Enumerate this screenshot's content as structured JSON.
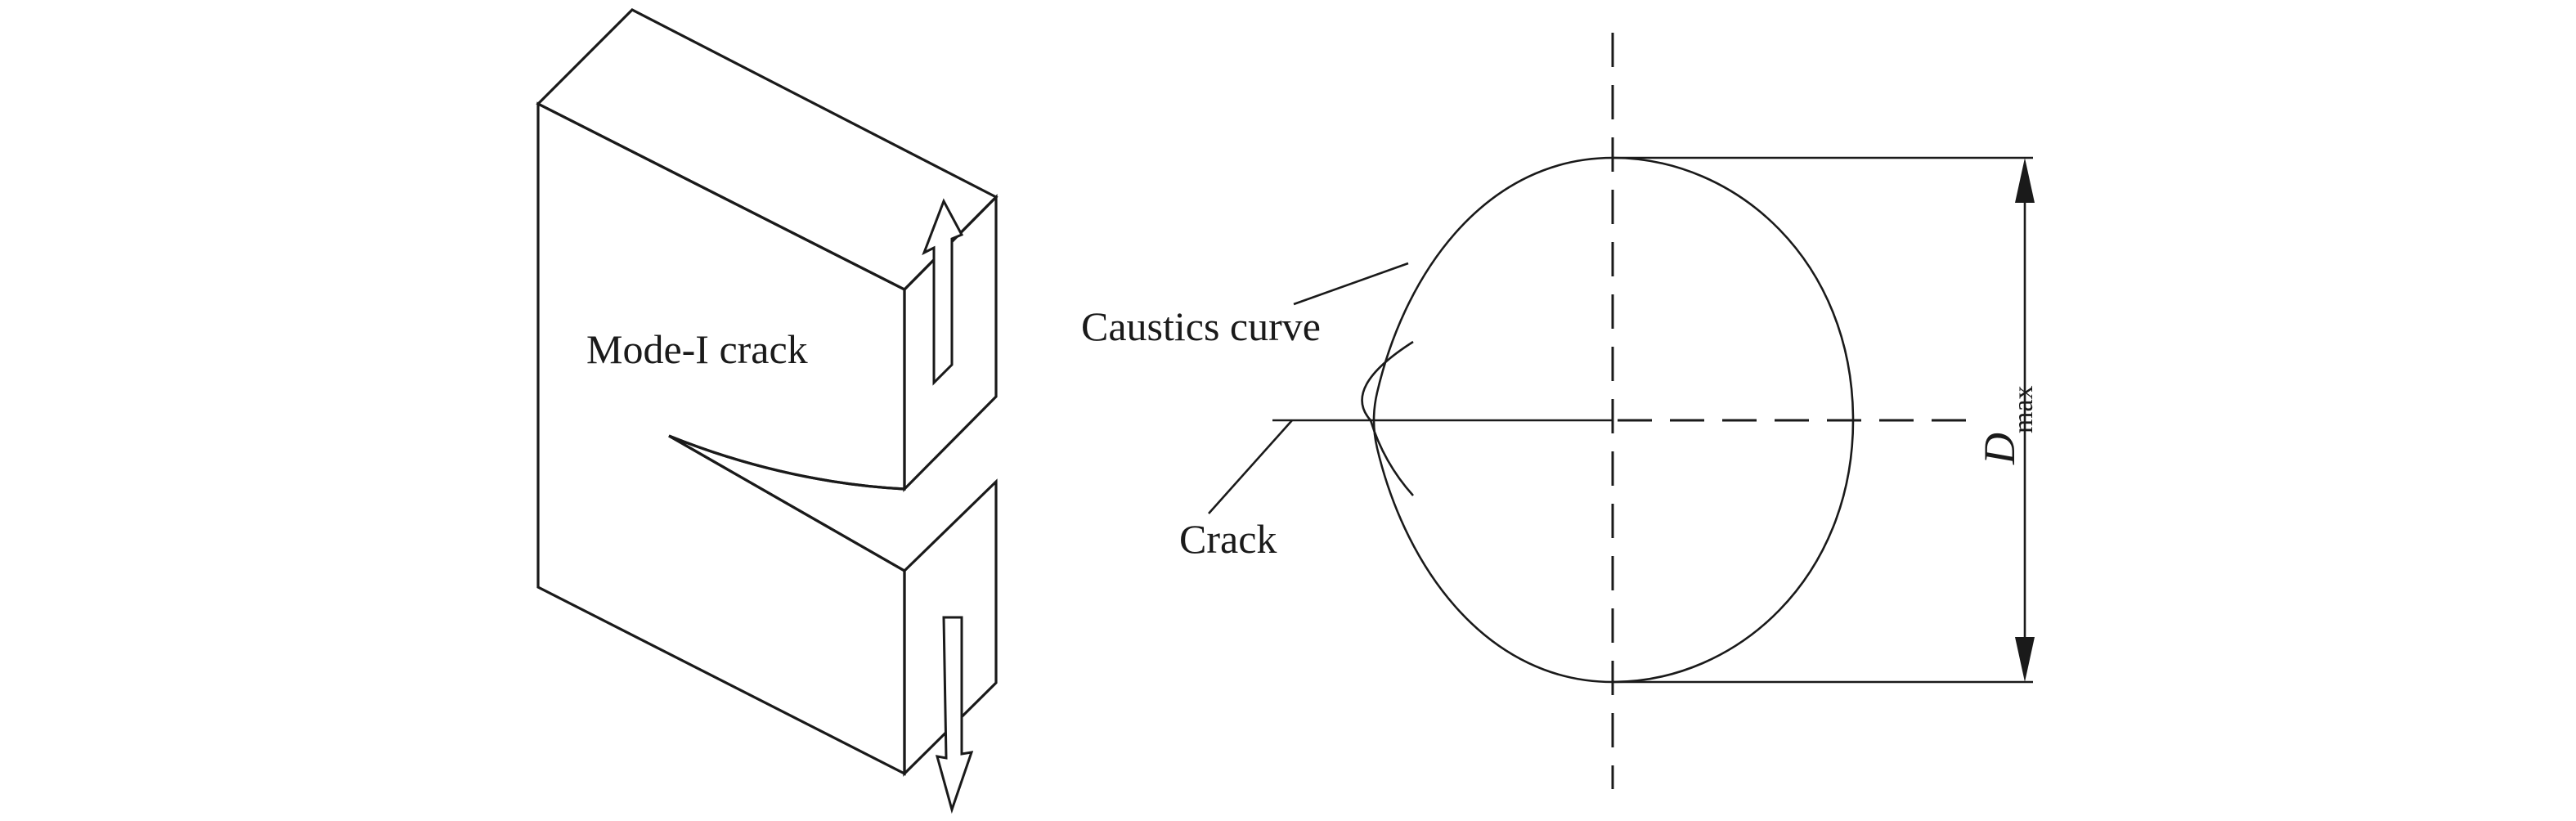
{
  "labels": {
    "mode_i_crack": "Mode-I crack",
    "caustics_curve": "Caustics curve",
    "crack": "Crack",
    "dmax_symbol": "D",
    "dmax_subscript": "max"
  }
}
